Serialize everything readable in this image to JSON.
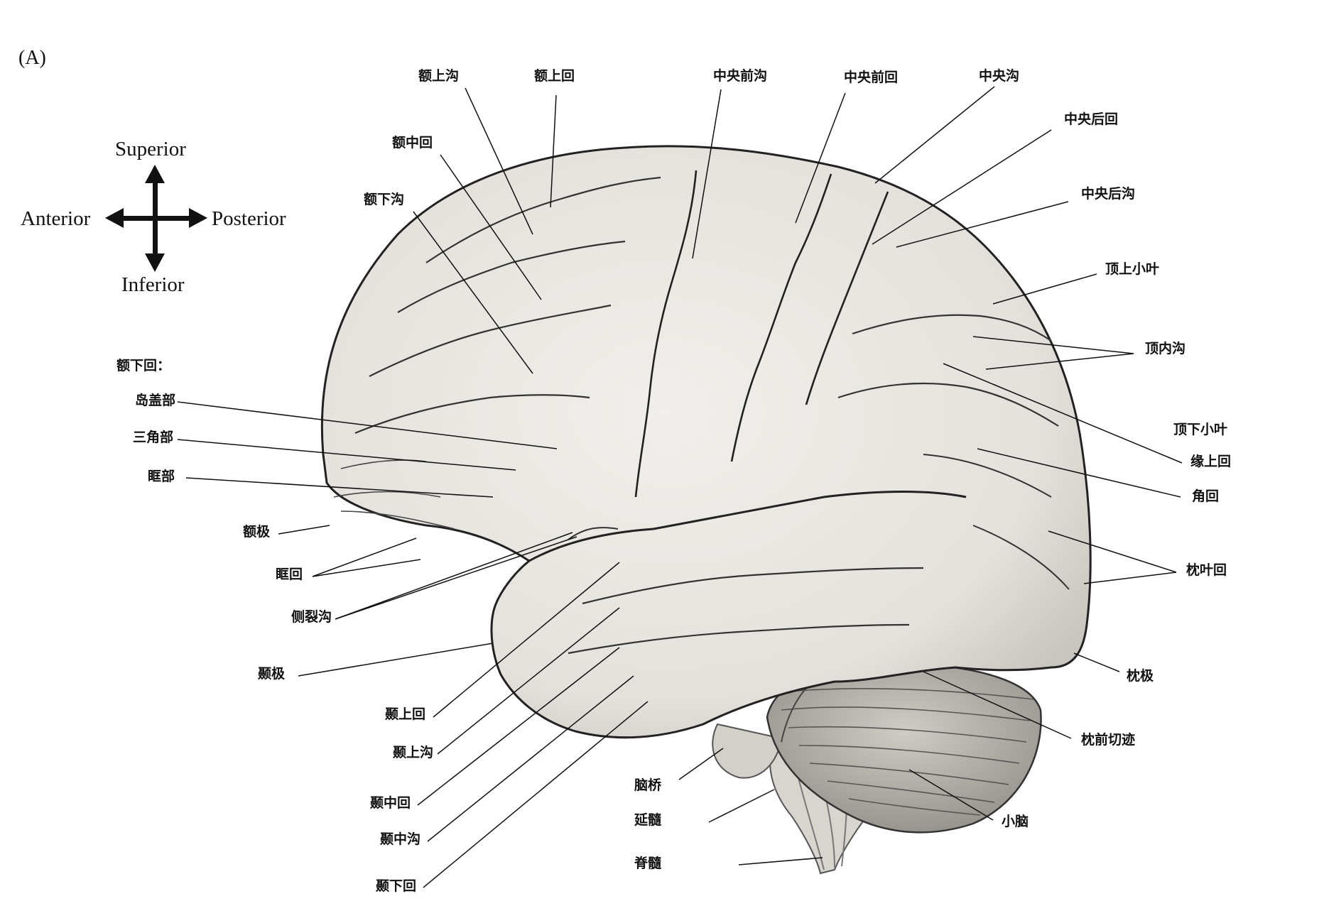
{
  "panel_label": "(A)",
  "orientation": {
    "superior": "Superior",
    "inferior": "Inferior",
    "anterior": "Anterior",
    "posterior": "Posterior"
  },
  "labels": {
    "superior_frontal_sulcus": "额上沟",
    "superior_frontal_gyrus": "额上回",
    "precentral_sulcus": "中央前沟",
    "precentral_gyrus": "中央前回",
    "central_sulcus": "中央沟",
    "postcentral_gyrus": "中央后回",
    "postcentral_sulcus": "中央后沟",
    "middle_frontal_gyrus": "额中回",
    "inferior_frontal_sulcus": "额下沟",
    "superior_parietal_lobule": "顶上小叶",
    "intraparietal_sulcus": "顶内沟",
    "inferior_parietal_lobule": "顶下小叶",
    "supramarginal_gyrus": "缘上回",
    "angular_gyrus": "角回",
    "occipital_gyri": "枕叶回",
    "occipital_pole": "枕极",
    "preoccipital_notch": "枕前切迹",
    "cerebellum": "小脑",
    "inferior_frontal_gyrus": "额下回：",
    "pars_opercularis": "岛盖部",
    "pars_triangularis": "三角部",
    "pars_orbitalis": "眶部",
    "frontal_pole": "额极",
    "orbital_gyri": "眶回",
    "lateral_fissure": "侧裂沟",
    "temporal_pole": "颞极",
    "superior_temporal_gyrus": "颞上回",
    "superior_temporal_sulcus": "颞上沟",
    "middle_temporal_gyrus": "颞中回",
    "middle_temporal_sulcus": "颞中沟",
    "inferior_temporal_gyrus": "颞下回",
    "pons": "脑桥",
    "medulla": "延髓",
    "spinal_cord": "脊髓"
  }
}
